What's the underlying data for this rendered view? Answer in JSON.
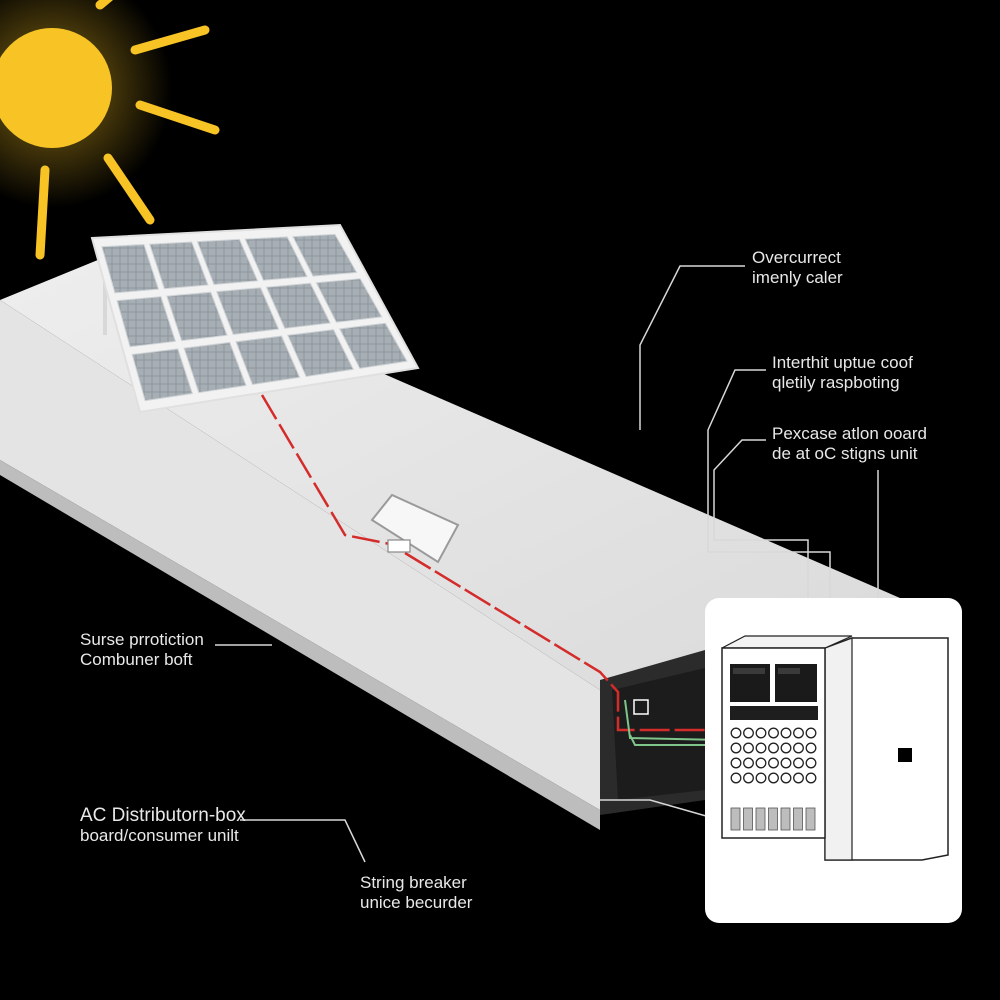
{
  "colors": {
    "background": "#000000",
    "sun": "#f7c325",
    "roof": "#e3e3e3",
    "panel": "#9aa3aa",
    "cable_red": "#d42b2b",
    "cable_green": "#7fc48a",
    "label_text": "#e8e8e8"
  },
  "icons": [
    "sun-icon",
    "solar-panel-array",
    "inverter-box",
    "distribution-cabinet"
  ],
  "labels": {
    "overcurrent": {
      "line1": "Overcurrect",
      "line2": "imenly caler"
    },
    "interthit": {
      "line1": "Interthit uptue coof",
      "line2": "qletily raspboting"
    },
    "percase": {
      "line1": "Pexcase atlon ooard",
      "line2": "de at oC stigns unit"
    },
    "surge": {
      "line1": "Surse prrotiction",
      "line2": "Combuner boft"
    },
    "ac_dist": {
      "line1": "AC Distributorn-box",
      "line2": "board/consumer unilt"
    },
    "string_breaker": {
      "line1": "String breaker",
      "line2": "unice becurder"
    }
  }
}
